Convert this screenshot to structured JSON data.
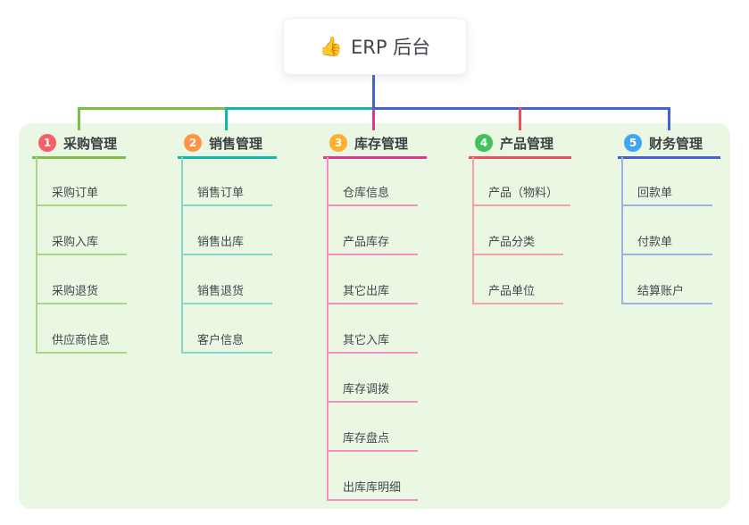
{
  "root": {
    "emoji": "👍",
    "label": "ERP 后台"
  },
  "panel": {
    "background": "#e9f7e3"
  },
  "connector": {
    "root_stem_color": "#4362d0"
  },
  "branches": [
    {
      "num": "1",
      "label": "采购管理",
      "badge_color": "#f75f66",
      "line_color": "#7dbf43",
      "child_line_color": "#aad685",
      "children": [
        "采购订单",
        "采购入库",
        "采购退货",
        "供应商信息"
      ]
    },
    {
      "num": "2",
      "label": "销售管理",
      "badge_color": "#ff9544",
      "line_color": "#13b6aa",
      "child_line_color": "#82d8cd",
      "children": [
        "销售订单",
        "销售出库",
        "销售退货",
        "客户信息"
      ]
    },
    {
      "num": "3",
      "label": "库存管理",
      "badge_color": "#ffb02e",
      "line_color": "#e3368f",
      "child_line_color": "#f38fc3",
      "children": [
        "仓库信息",
        "产品库存",
        "其它出库",
        "其它入库",
        "库存调拨",
        "库存盘点",
        "出库库明细"
      ]
    },
    {
      "num": "4",
      "label": "产品管理",
      "badge_color": "#42c15d",
      "line_color": "#f14d5d",
      "child_line_color": "#f7a0a8",
      "children": [
        "产品（物料）",
        "产品分类",
        "产品单位"
      ]
    },
    {
      "num": "5",
      "label": "财务管理",
      "badge_color": "#42a5f0",
      "line_color": "#4362d0",
      "child_line_color": "#9db1e6",
      "children": [
        "回款单",
        "付款单",
        "结算账户"
      ]
    }
  ]
}
